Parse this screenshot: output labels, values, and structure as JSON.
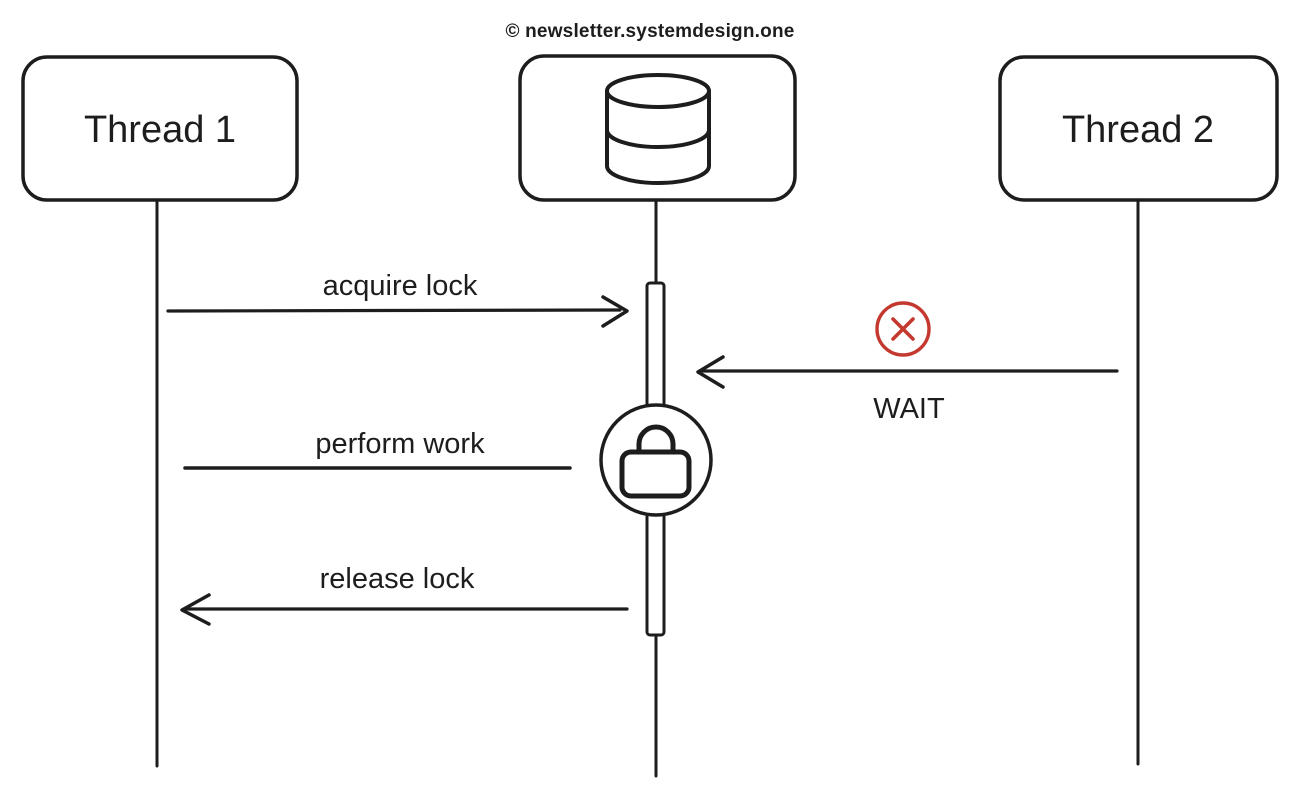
{
  "credit": "© newsletter.systemdesign.one",
  "actors": {
    "thread1": {
      "label": "Thread 1"
    },
    "database": {
      "label": "",
      "icon": "database-icon"
    },
    "thread2": {
      "label": "Thread 2"
    }
  },
  "messages": {
    "acquire": {
      "label": "acquire lock",
      "direction": "right"
    },
    "wait": {
      "label": "WAIT",
      "direction": "left",
      "status_icon": "circled-x-icon"
    },
    "perform": {
      "label": "perform work",
      "direction": "none"
    },
    "release": {
      "label": "release lock",
      "direction": "left"
    }
  },
  "icons": {
    "database": "database-icon",
    "lock": "lock-icon",
    "blocked": "circled-x-icon"
  },
  "colors": {
    "ink": "#1d1d1d",
    "error_red": "#c4392f",
    "background": "#ffffff"
  }
}
